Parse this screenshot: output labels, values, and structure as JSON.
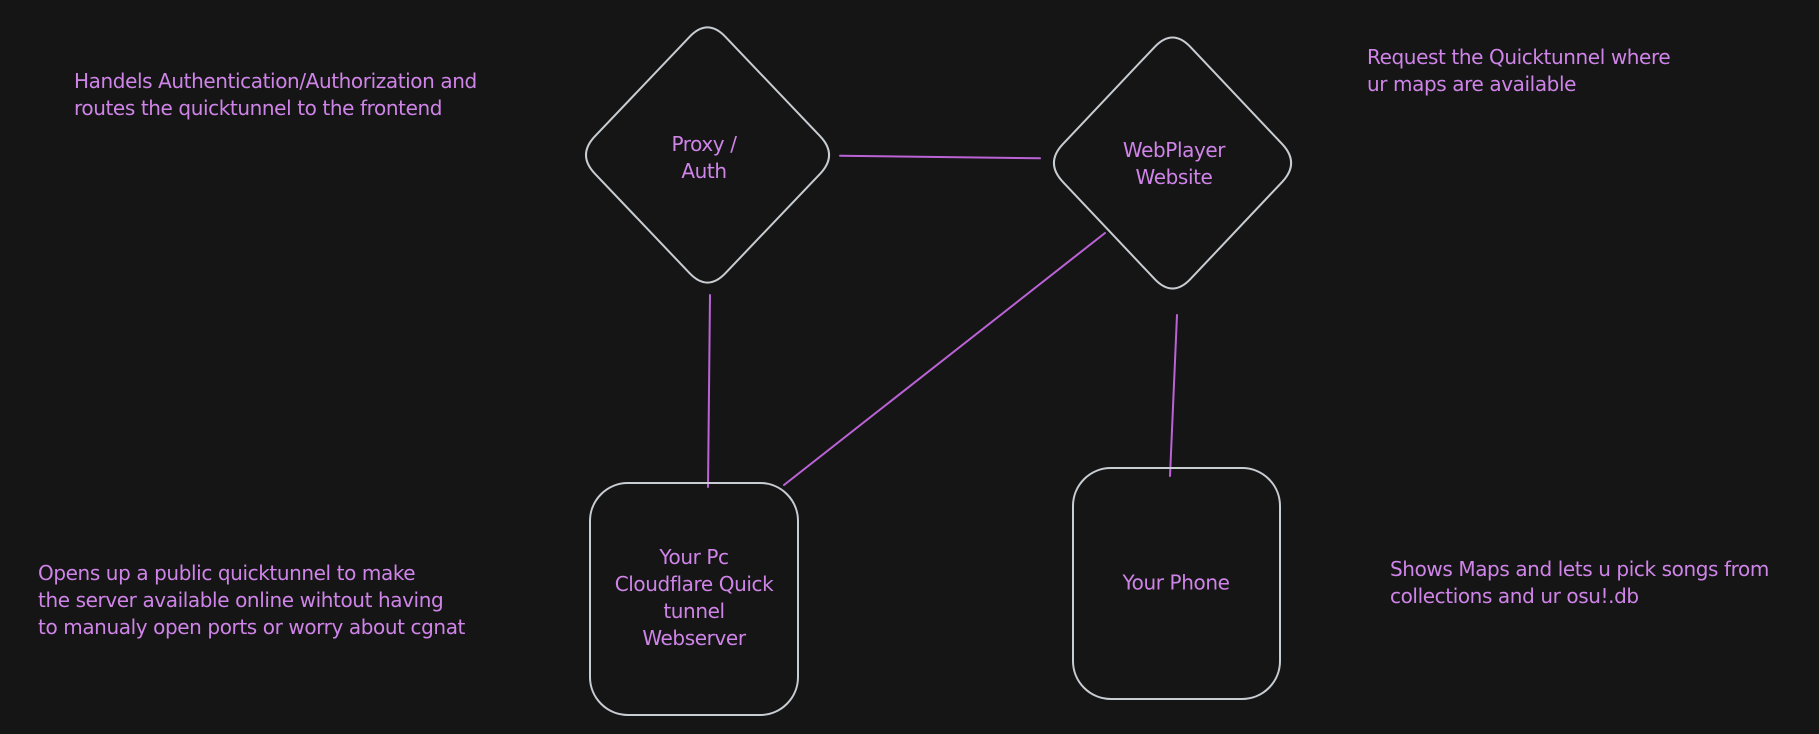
{
  "colors": {
    "background": "#151516",
    "shape_stroke": "#c8cdd2",
    "connector": "#bb63d6",
    "text_color": "#cf84e8"
  },
  "nodes": {
    "proxy_auth": {
      "shape": "diamond",
      "label": "Proxy /\nAuth"
    },
    "webplayer": {
      "shape": "diamond",
      "label": "WebPlayer\nWebsite"
    },
    "your_pc": {
      "shape": "rounded-rectangle",
      "label": "Your Pc\nCloudflare Quick\ntunnel\nWebserver"
    },
    "your_phone": {
      "shape": "rounded-rectangle",
      "label": "Your Phone"
    }
  },
  "edges": [
    {
      "from": "proxy_auth",
      "to": "webplayer"
    },
    {
      "from": "proxy_auth",
      "to": "your_pc"
    },
    {
      "from": "webplayer",
      "to": "your_pc"
    },
    {
      "from": "webplayer",
      "to": "your_phone"
    }
  ],
  "annotations": {
    "proxy_note": "Handels Authentication/Authorization and\nroutes the quicktunnel to the frontend",
    "webplayer_note": "Request the Quicktunnel where\nur maps are available",
    "server_note": "Opens up a public quicktunnel to make\nthe server available online wihtout having\nto manualy open ports or worry about cgnat",
    "phone_note": "Shows Maps and lets u pick songs from\ncollections and ur osu!.db"
  }
}
